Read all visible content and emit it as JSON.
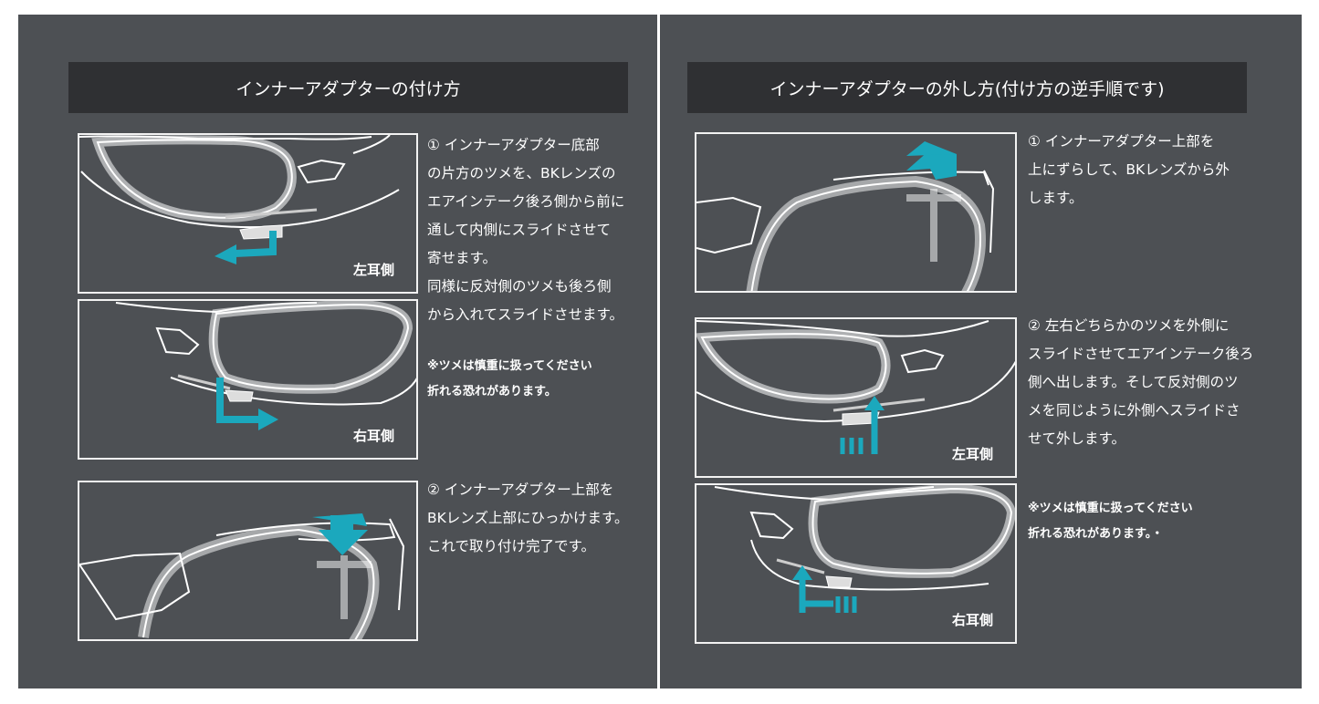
{
  "left": {
    "title": "インナーアダプターの付け方",
    "step1": "① インナーアダプター底部\nの片方のツメを、BKレンズの\nエアインテーク後ろ側から前に\n通して内側にスライドさせて\n寄せます。\n同様に反対側のツメも後ろ側\nから入れてスライドさせます。",
    "note": "※ツメは慎重に扱ってください\n折れる恐れがあります。",
    "step2": "② インナーアダプター上部を\nBKレンズ上部にひっかけます。\nこれで取り付け完了です。",
    "fig1_label": "左耳側",
    "fig2_label": "右耳側"
  },
  "right": {
    "title": "インナーアダプターの外し方(付け方の逆手順です)",
    "step1": "① インナーアダプター上部を\n上にずらして、BKレンズから外\nします。",
    "step2": "② 左右どちらかのツメを外側に\nスライドさせてエアインテーク後ろ\n側へ出します。そして反対側のツ\nメを同じように外側へスライドさ\nせて外します。",
    "note": "※ツメは慎重に扱ってください\n折れる恐れがあります。・",
    "fig2_label": "左耳側",
    "fig3_label": "右耳側"
  },
  "colors": {
    "panel": "#4d5054",
    "header": "#2f3033",
    "arrow": "#1ba8bd",
    "line": "#ffffff"
  }
}
